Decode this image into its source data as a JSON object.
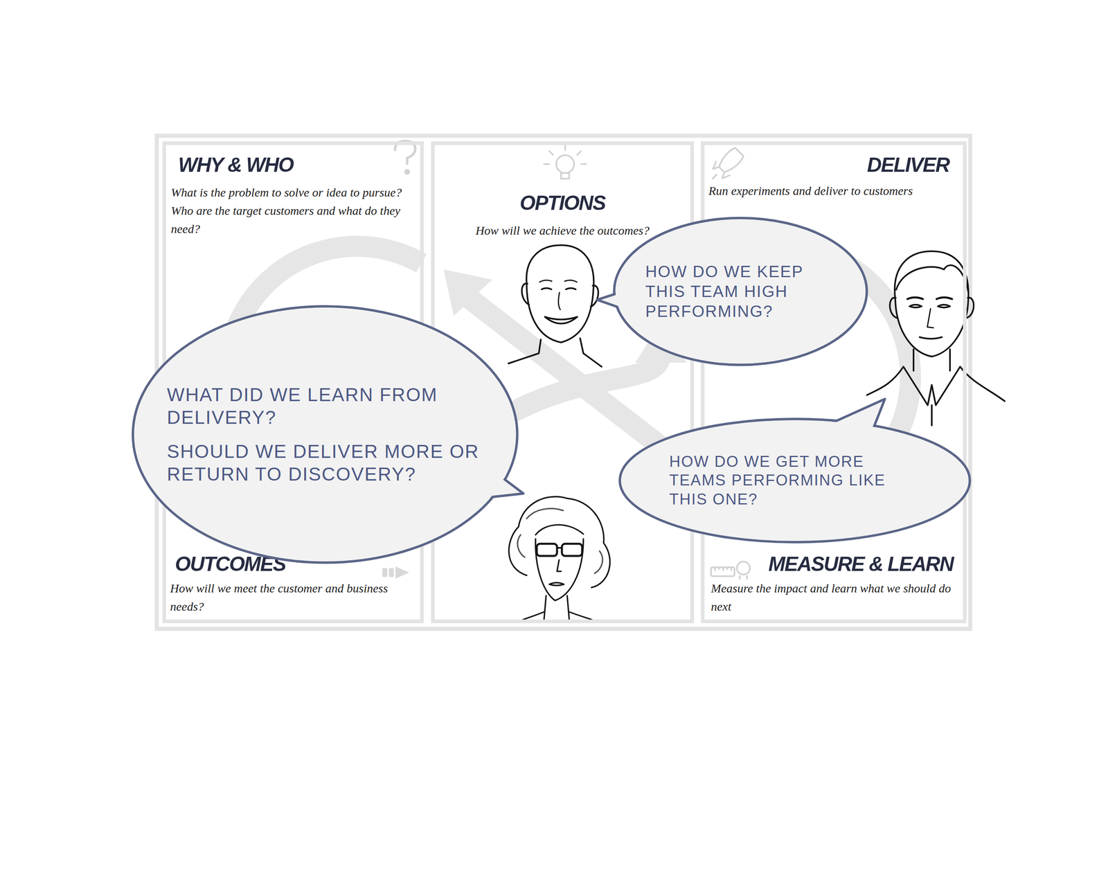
{
  "diagram": {
    "nodes": [
      {
        "text": [
          "WHY & WHO",
          "What is the problem to solve or idea to pursue? Who are the target customers and what do they need?",
          "OUTCOMES",
          "How will we meet the customer and business needs?"
        ]
      },
      {
        "text": [
          "OPTIONS",
          "How will we achieve the outcomes?"
        ]
      },
      {
        "text": [
          "DELIVER",
          "Run experiments and deliver to customers",
          "MEASURE & LEARN",
          "Measure the impact and learn what we should do next"
        ]
      },
      {
        "text": [
          "HOW DO WE KEEP THIS TEAM HIGH PERFORMING?"
        ]
      },
      {
        "text": [
          "WHAT DID WE LEARN FROM DELIVERY?",
          "SHOULD WE DELIVER MORE OR RETURN TO DISCOVERY?"
        ]
      },
      {
        "text": [
          "HOW DO WE GET MORE TEAMS PERFORMING LIKE THIS ONE?"
        ]
      }
    ]
  }
}
